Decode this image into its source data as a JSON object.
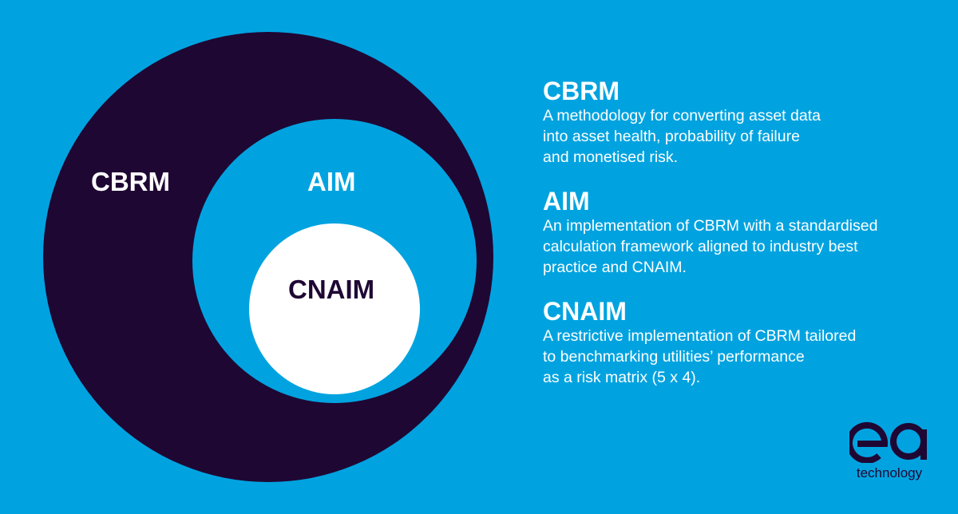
{
  "colors": {
    "background": "#00a3e0",
    "outer_circle": "#1f0733",
    "middle_circle": "#00a3e0",
    "inner_circle": "#ffffff",
    "text_light": "#ffffff",
    "text_dark": "#1f0733"
  },
  "diagram": {
    "outer_label": "CBRM",
    "middle_label": "AIM",
    "inner_label": "CNAIM"
  },
  "definitions": [
    {
      "title": "CBRM",
      "lines": [
        "A methodology for converting asset data",
        "into asset health, probability of failure",
        "and monetised risk."
      ]
    },
    {
      "title": "AIM",
      "lines": [
        "An implementation of CBRM with a standardised",
        "calculation framework aligned to industry best",
        "practice and CNAIM."
      ]
    },
    {
      "title": "CNAIM",
      "lines": [
        "A restrictive implementation of CBRM tailored",
        "to benchmarking utilities’ performance",
        "as a risk matrix (5 x 4)."
      ]
    }
  ],
  "logo": {
    "mark_text": "ea",
    "wordmark": "technology"
  }
}
